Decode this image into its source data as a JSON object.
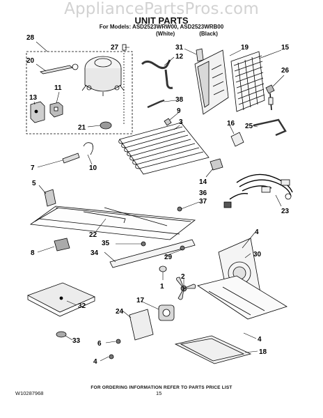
{
  "watermark": "AppliancePartsPros.com",
  "header": {
    "title": "UNIT PARTS",
    "models": "For Models: ASD2523WRW00, ASD2523WRB00",
    "variant_white": "(White)",
    "variant_black": "(Black)"
  },
  "callouts": {
    "c28": "28",
    "c27": "27",
    "c20": "20",
    "c13": "13",
    "c11": "11",
    "c21": "21",
    "c31": "31",
    "c19": "19",
    "c15": "15",
    "c12": "12",
    "c38": "38",
    "c9": "9",
    "c3": "3",
    "c26": "26",
    "c16": "16",
    "c25": "25",
    "c7": "7",
    "c10": "10",
    "c14": "14",
    "c36": "36",
    "c5": "5",
    "c37": "37",
    "c23": "23",
    "c22": "22",
    "c35": "35",
    "c8": "8",
    "c34": "34",
    "c29": "29",
    "c4a": "4",
    "c30": "30",
    "c1": "1",
    "c2": "2",
    "c17": "17",
    "c24": "24",
    "c32": "32",
    "c33": "33",
    "c6": "6",
    "c4b": "4",
    "c4c": "4",
    "c18": "18"
  },
  "footer": {
    "ordering_note": "FOR ORDERING INFORMATION REFER TO PARTS PRICE LIST",
    "document_number": "W10287968",
    "page_number": "15"
  }
}
